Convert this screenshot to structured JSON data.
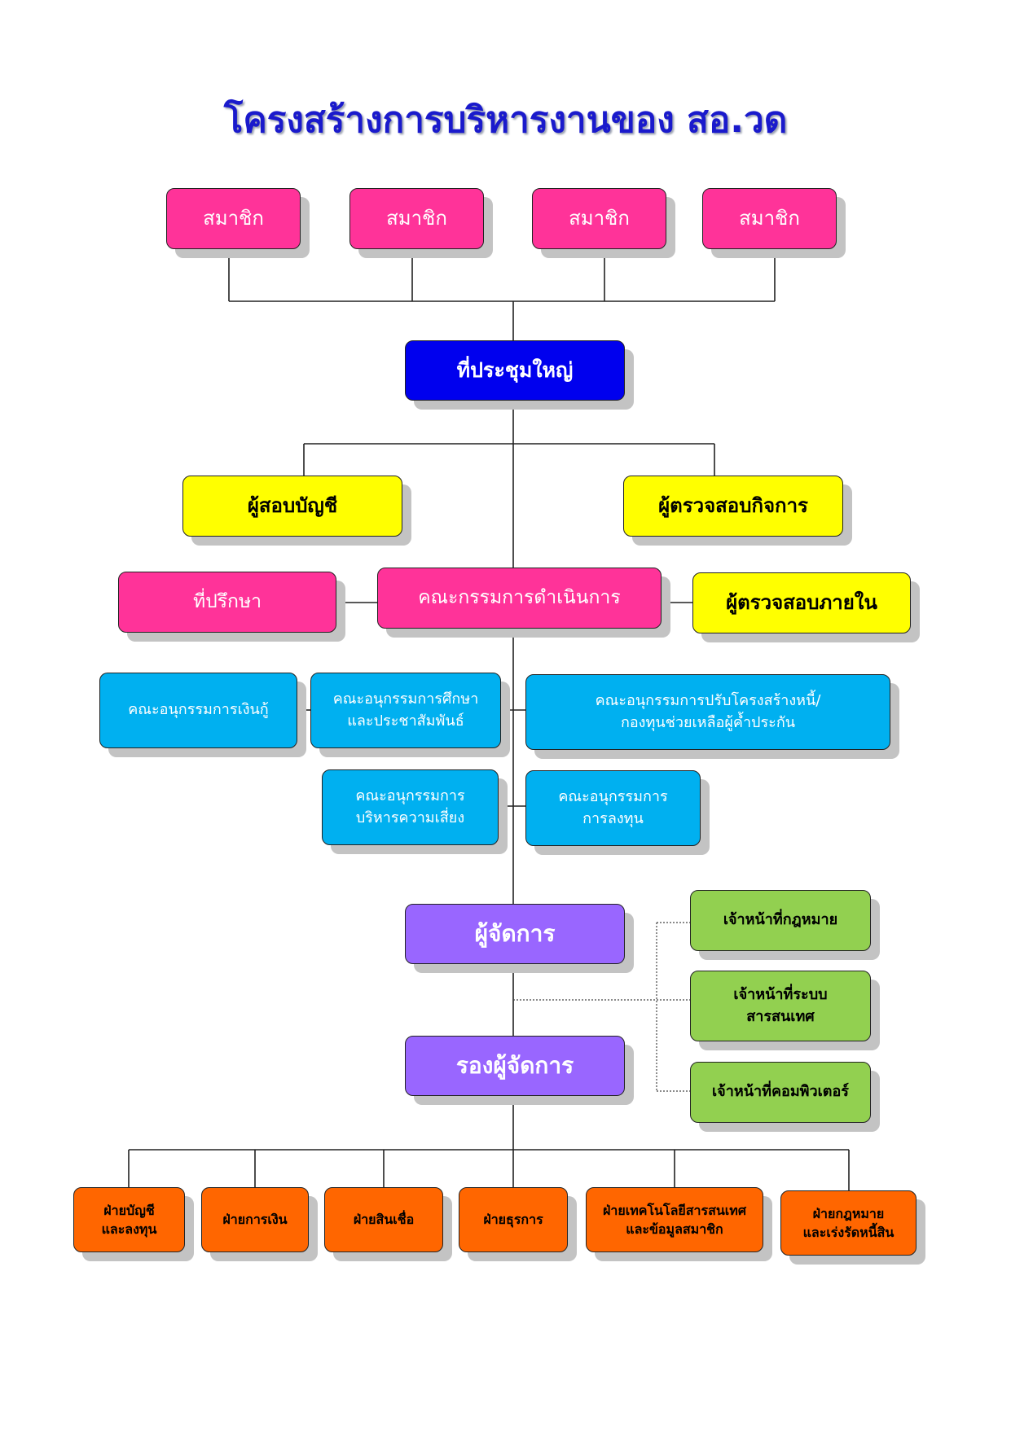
{
  "title": "โครงสร้างการบริหารงานของ สอ.วด",
  "members": [
    "สมาชิก",
    "สมาชิก",
    "สมาชิก",
    "สมาชิก"
  ],
  "general_meeting": "ที่ประชุมใหญ่",
  "auditor": "ผู้สอบบัญชี",
  "business_inspector": "ผู้ตรวจสอบกิจการ",
  "advisor": "ที่ปรึกษา",
  "board": "คณะกรรมการดำเนินการ",
  "internal_auditor": "ผู้ตรวจสอบภายใน",
  "subcommittees": {
    "loan": "คณะอนุกรรมการเงินกู้",
    "education": [
      "คณะอนุกรรมการศึกษา",
      "และประชาสัมพันธ์"
    ],
    "debt": [
      "คณะอนุกรรมการปรับโครงสร้างหนี้/",
      "กองทุนช่วยเหลือผู้ค้ำประกัน"
    ],
    "risk": [
      "คณะอนุกรรมการ",
      "บริหารความเสี่ยง"
    ],
    "investment": [
      "คณะอนุกรรมการ",
      "การลงทุน"
    ]
  },
  "manager": "ผู้จัดการ",
  "deputy_manager": "รองผู้จัดการ",
  "staff": {
    "legal": "เจ้าหน้าที่กฎหมาย",
    "it": [
      "เจ้าหน้าที่ระบบ",
      "สารสนเทศ"
    ],
    "computer": "เจ้าหน้าที่คอมพิวเตอร์"
  },
  "departments": {
    "accounting": [
      "ฝ่ายบัญชี",
      "และลงทุน"
    ],
    "finance": "ฝ่ายการเงิน",
    "credit": "ฝ่ายสินเชื่อ",
    "admin": "ฝ่ายธุรการ",
    "it": [
      "ฝ่ายเทคโนโลยีสารสนเทศ",
      "และข้อมูลสมาชิก"
    ],
    "legal": [
      "ฝ่ายกฎหมาย",
      "และเร่งรัดหนี้สิน"
    ]
  },
  "colors": {
    "title": "#1a1acc",
    "member": "#ff3399",
    "assembly": "#0000ee",
    "auditor": "#ffff00",
    "subcommittee": "#00b0f0",
    "manager": "#9966ff",
    "staff": "#92d050",
    "department": "#ff6600"
  }
}
